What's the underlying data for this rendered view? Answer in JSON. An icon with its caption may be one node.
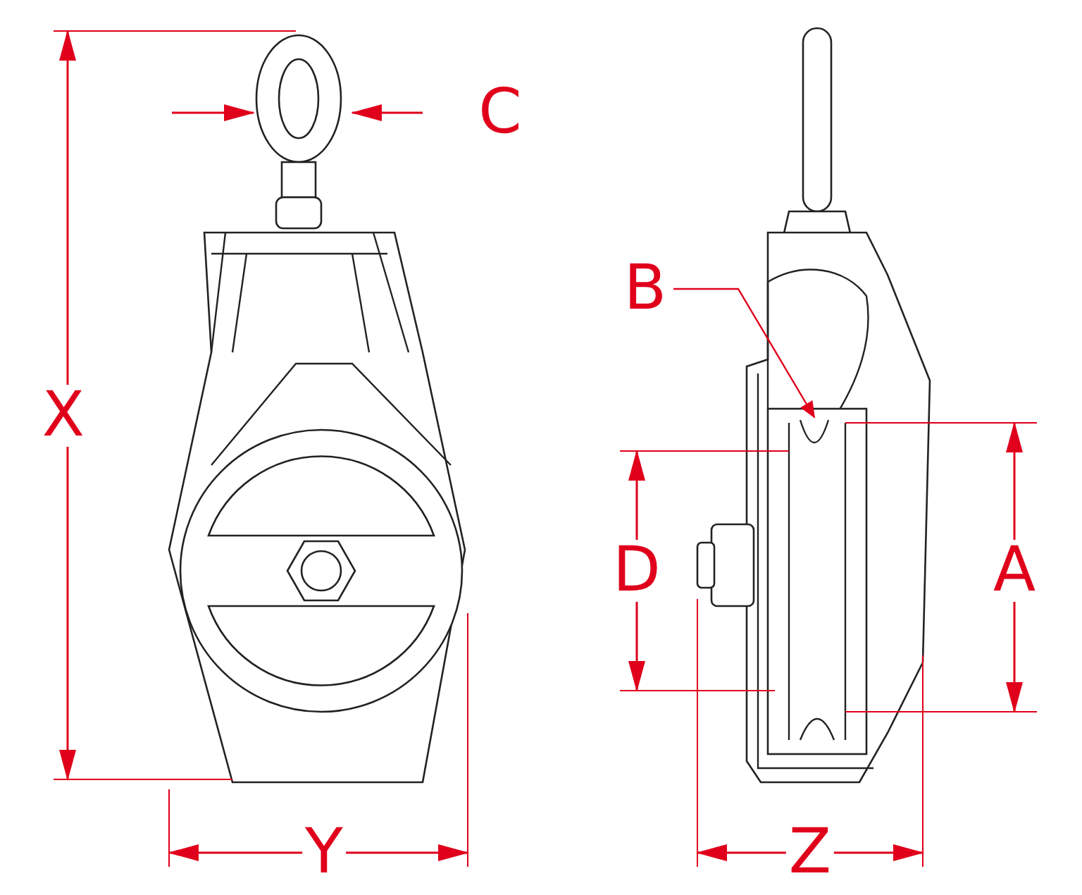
{
  "diagram": {
    "nodes": [
      {
        "text": [
          "B"
        ]
      },
      {
        "text": [],
        "shape": "picture"
      }
    ],
    "edges": [
      {
        "from": 0,
        "to": 1,
        "arrow": "to"
      }
    ],
    "labels": [
      "C",
      "X",
      "D",
      "A",
      "Y",
      "Z"
    ]
  }
}
